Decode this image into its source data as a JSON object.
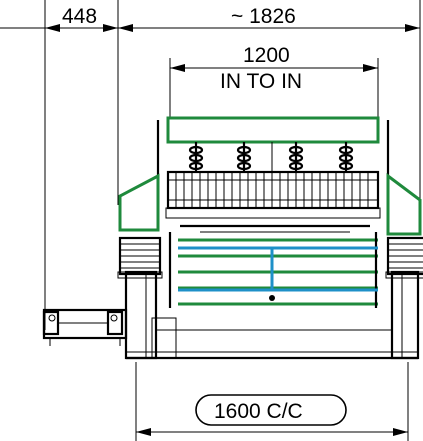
{
  "dimensions": {
    "side_offset": "448",
    "overall_width": "~ 1826",
    "inner_width": "1200",
    "inner_note": "IN TO IN",
    "center_distance": "1600 C/C"
  },
  "colors": {
    "frame": "#1f8a3c",
    "deck": "#1e90c8",
    "line": "#000000"
  }
}
